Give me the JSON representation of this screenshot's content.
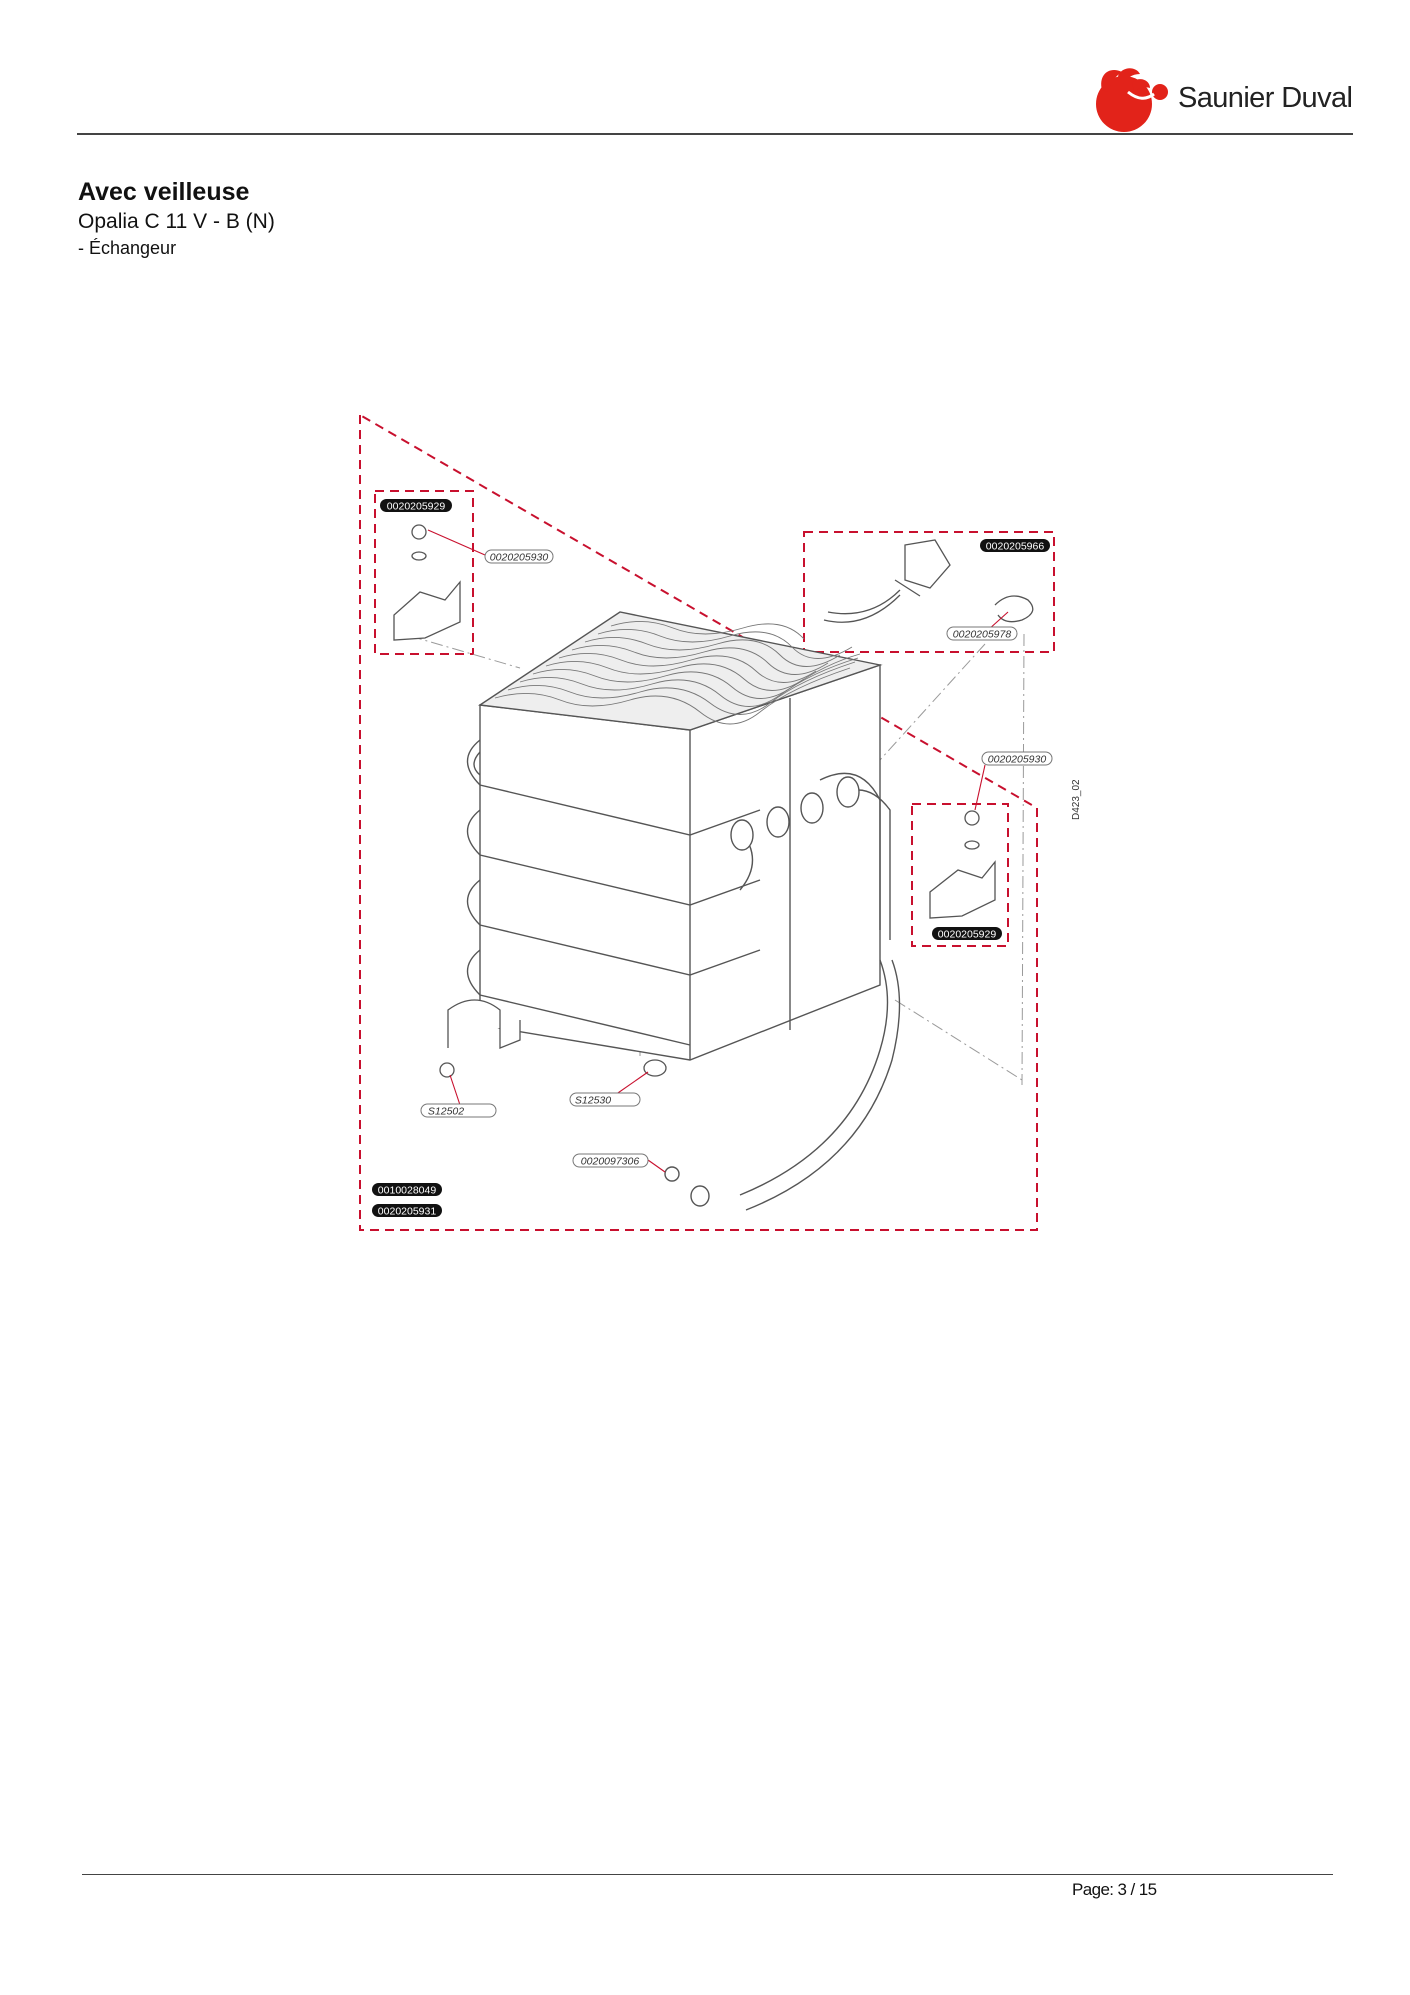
{
  "header": {
    "brand_name": "Saunier Duval",
    "brand_color": "#e2231a"
  },
  "document": {
    "title": "Avec veilleuse",
    "model": "Opalia C 11 V - B (N)",
    "section": "- Échangeur"
  },
  "diagram": {
    "drawing_ref": "D423_02",
    "part_labels": [
      "0020205929",
      "0020205930",
      "0020205966",
      "0020205978",
      "0020205930",
      "0020205929",
      "S12502",
      "S12530",
      "0020097306",
      "0010028049",
      "0020205931"
    ],
    "dashed_color": "#c8102e"
  },
  "footer": {
    "page_label": "Page: 3 / 15"
  }
}
